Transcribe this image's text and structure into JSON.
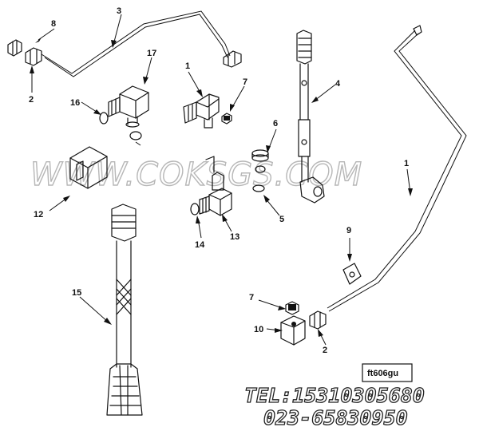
{
  "callouts": [
    {
      "id": "c8",
      "label": "8"
    },
    {
      "id": "c3",
      "label": "3"
    },
    {
      "id": "c2a",
      "label": "2"
    },
    {
      "id": "c17",
      "label": "17"
    },
    {
      "id": "c1a",
      "label": "1"
    },
    {
      "id": "c7a",
      "label": "7"
    },
    {
      "id": "c16",
      "label": "16"
    },
    {
      "id": "c4",
      "label": "4"
    },
    {
      "id": "c6",
      "label": "6"
    },
    {
      "id": "c1b",
      "label": "1"
    },
    {
      "id": "c12",
      "label": "12"
    },
    {
      "id": "c5",
      "label": "5"
    },
    {
      "id": "c13",
      "label": "13"
    },
    {
      "id": "c14",
      "label": "14"
    },
    {
      "id": "c9",
      "label": "9"
    },
    {
      "id": "c15",
      "label": "15"
    },
    {
      "id": "c7b",
      "label": "7"
    },
    {
      "id": "c10",
      "label": "10"
    },
    {
      "id": "c2b",
      "label": "2"
    }
  ],
  "figure_code": "ft606gu",
  "watermark": "WWW.COKSGS.COM",
  "contact": {
    "tel": "TEL:15310305680",
    "alt": "023-65830950"
  }
}
